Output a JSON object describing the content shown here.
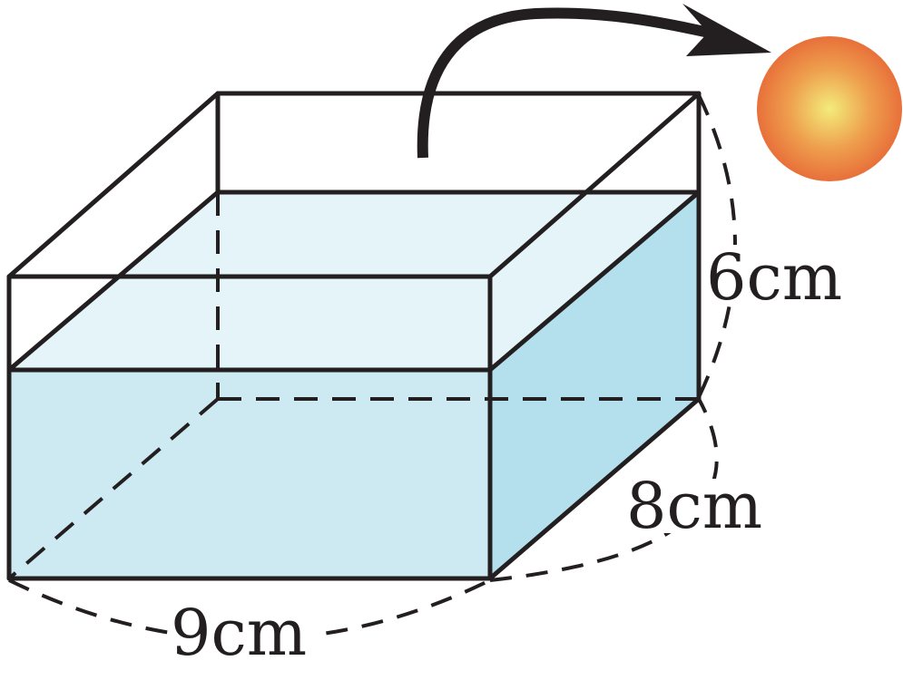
{
  "labels": {
    "length": "9cm",
    "width": "8cm",
    "height": "6cm"
  },
  "colors": {
    "water_front": "#cde9f1",
    "water_top": "#e4f4f9",
    "water_side": "#b3e0ec",
    "edge": "#231f20",
    "ball_center": "#f3ec7a",
    "ball_edge": "#e8703a"
  },
  "icons": {
    "ball": "orange-ball-icon",
    "arrow": "curved-arrow-icon"
  }
}
